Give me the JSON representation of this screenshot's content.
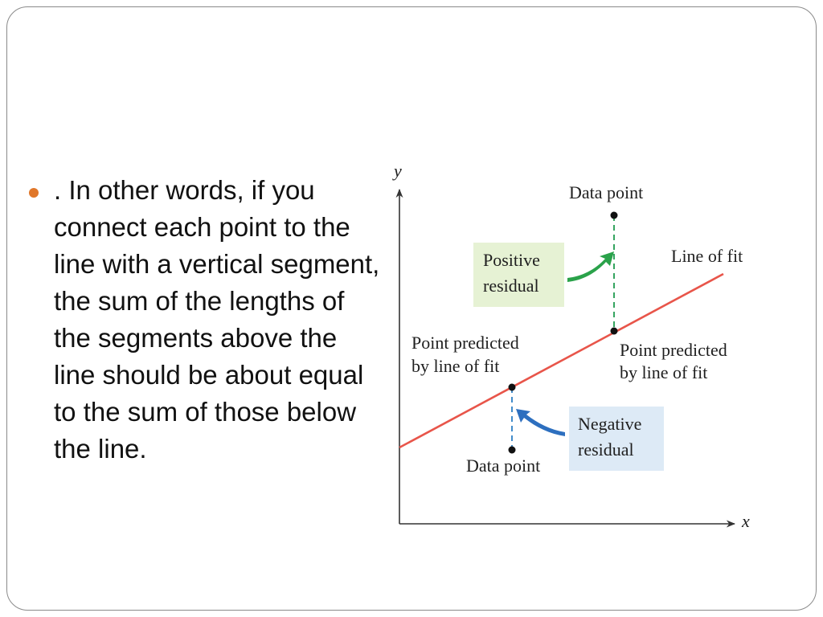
{
  "bullet": {
    "text": ". In other words, if you connect each point to the line with a vertical segment, the sum of the lengths of the segments above the line should be about equal to the sum of those below the line.",
    "dot_color": "#e0772a"
  },
  "diagram": {
    "axis_x_label": "x",
    "axis_y_label": "y",
    "line_label": "Line of fit",
    "top_data_point_label": "Data point",
    "bottom_data_point_label": "Data point",
    "right_predicted_label": [
      "Point predicted",
      "by line of fit"
    ],
    "left_predicted_label": [
      "Point predicted",
      "by line of fit"
    ],
    "positive_residual_label": [
      "Positive",
      "residual"
    ],
    "negative_residual_label": [
      "Negative",
      "residual"
    ],
    "colors": {
      "line_of_fit": "#e8554a",
      "positive_box": "#e6f2d4",
      "negative_box": "#ddeaf6",
      "positive_arrow": "#2aa24a",
      "negative_arrow": "#2d6fbf",
      "positive_segment": "#1f9a4e",
      "negative_segment": "#2d80c4"
    }
  }
}
